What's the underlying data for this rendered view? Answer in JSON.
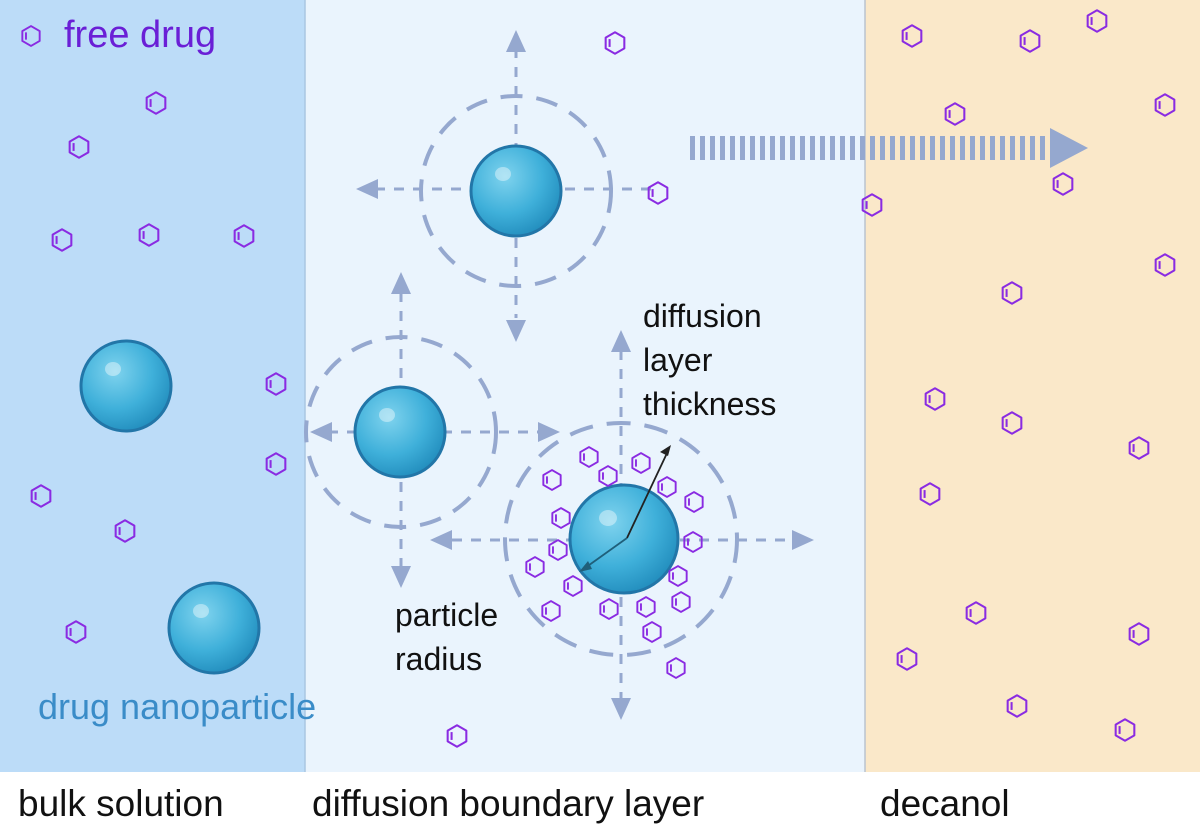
{
  "legend": {
    "free_drug": "free drug",
    "drug_nanoparticle": "drug nanoparticle"
  },
  "annotations": {
    "diffusion_layer_lines": [
      "diffusion",
      "layer",
      "thickness"
    ],
    "particle_radius_lines": [
      "particle",
      "radius"
    ]
  },
  "regions": {
    "bulk_label": "bulk solution",
    "boundary_label": "diffusion boundary layer",
    "decanol_label": "decanol"
  },
  "colors": {
    "bulk_fill": "#bcdcf8",
    "boundary_fill": "#eaf4fd",
    "decanol_fill": "#fae8c9",
    "drug_color": "#8a2be2",
    "particle_color": "#41b4dc",
    "arrow_color": "#95a8cf"
  },
  "icons": {
    "free_drug": "hexagon-molecule-icon",
    "nanoparticle": "sphere-icon"
  }
}
